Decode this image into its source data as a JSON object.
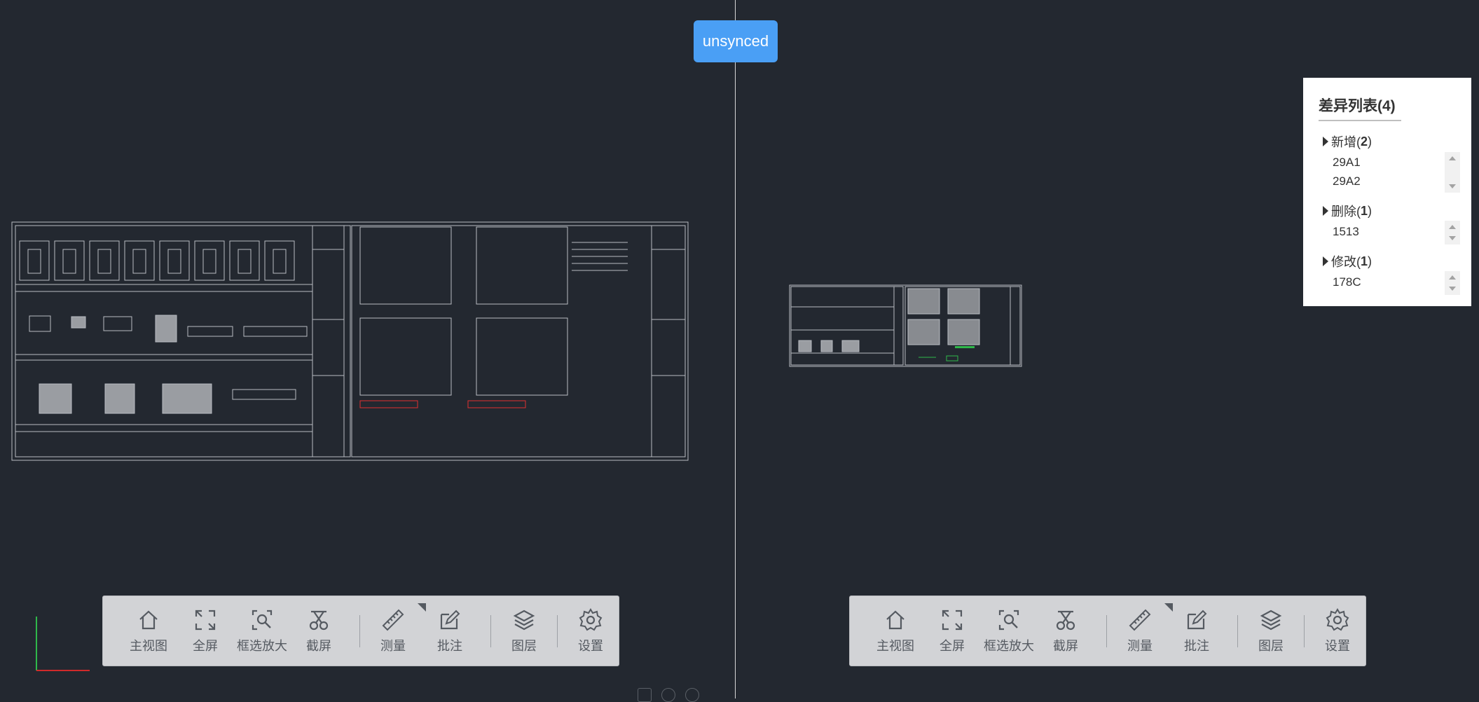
{
  "sync_button": "unsynced",
  "toolbar": {
    "home": "主视图",
    "fullscreen": "全屏",
    "box_zoom": "框选放大",
    "screenshot": "截屏",
    "measure": "测量",
    "annotate": "批注",
    "layers": "图层",
    "settings": "设置"
  },
  "diff_panel": {
    "title": "差异列表(4)",
    "groups": [
      {
        "label": "新增(",
        "count": "2",
        "close": ")",
        "items": [
          "29A1",
          "29A2"
        ]
      },
      {
        "label": "删除(",
        "count": "1",
        "close": ")",
        "items": [
          "1513"
        ]
      },
      {
        "label": "修改(",
        "count": "1",
        "close": ")",
        "items": [
          "178C"
        ]
      }
    ]
  },
  "icons": {
    "home": "home-icon",
    "fullscreen": "fullscreen-icon",
    "box_zoom": "zoom-box-icon",
    "screenshot": "scissors-icon",
    "measure": "ruler-icon",
    "annotate": "annotate-icon",
    "layers": "layers-icon",
    "settings": "gear-icon"
  },
  "colors": {
    "background": "#232830",
    "accent": "#4a9ff5",
    "toolbar": "#d2d3d6",
    "drawing_line": "#b8bcc2",
    "deleted": "#e03030",
    "added": "#2fb84a"
  }
}
